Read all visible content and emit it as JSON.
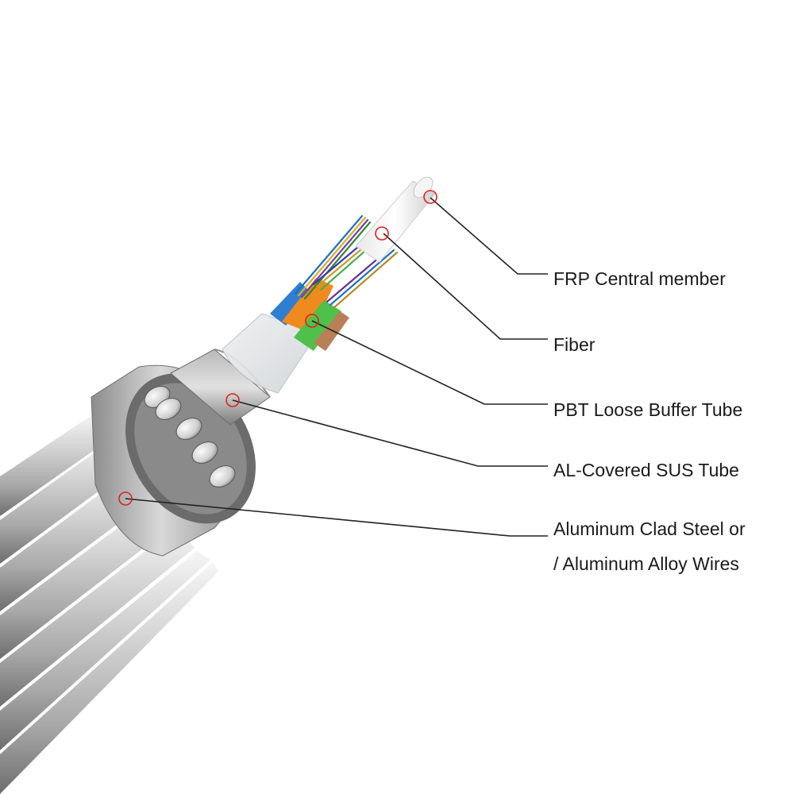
{
  "labels": {
    "frp": "FRP Central member",
    "fiber": "Fiber",
    "pbt": "PBT Loose Buffer Tube",
    "sus": "AL-Covered SUS Tube",
    "acs_line1": "Aluminum Clad Steel or",
    "acs_line2": "/ Aluminum Alloy Wires"
  },
  "colors": {
    "background": "#ffffff",
    "callout_marker": "#e02020",
    "leader_line": "#222222",
    "label_text": "#1a1a1a",
    "tube_blue": "#2f7fd0",
    "tube_orange": "#ef8a1e",
    "tube_green": "#4fc04a",
    "tube_brown": "#b98058",
    "metal_light": "#e6e6e6",
    "metal_dark": "#7a7a7a"
  }
}
